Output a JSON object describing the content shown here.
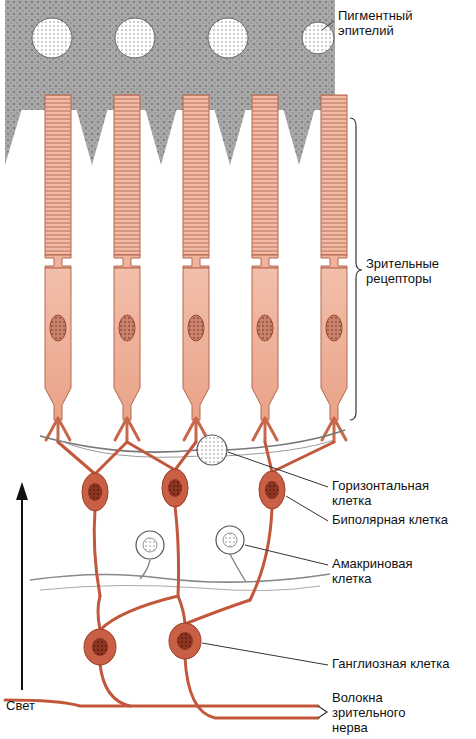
{
  "diagram": {
    "labels": [
      "Пигментный эпителий",
      "Зрительные рецепторы",
      "Горизонтальная клетка",
      "Биполярная клетка",
      "Амакриновая клетка",
      "Ганглиозная клетка",
      "Волокна зрительного нерва",
      "Свет"
    ]
  }
}
